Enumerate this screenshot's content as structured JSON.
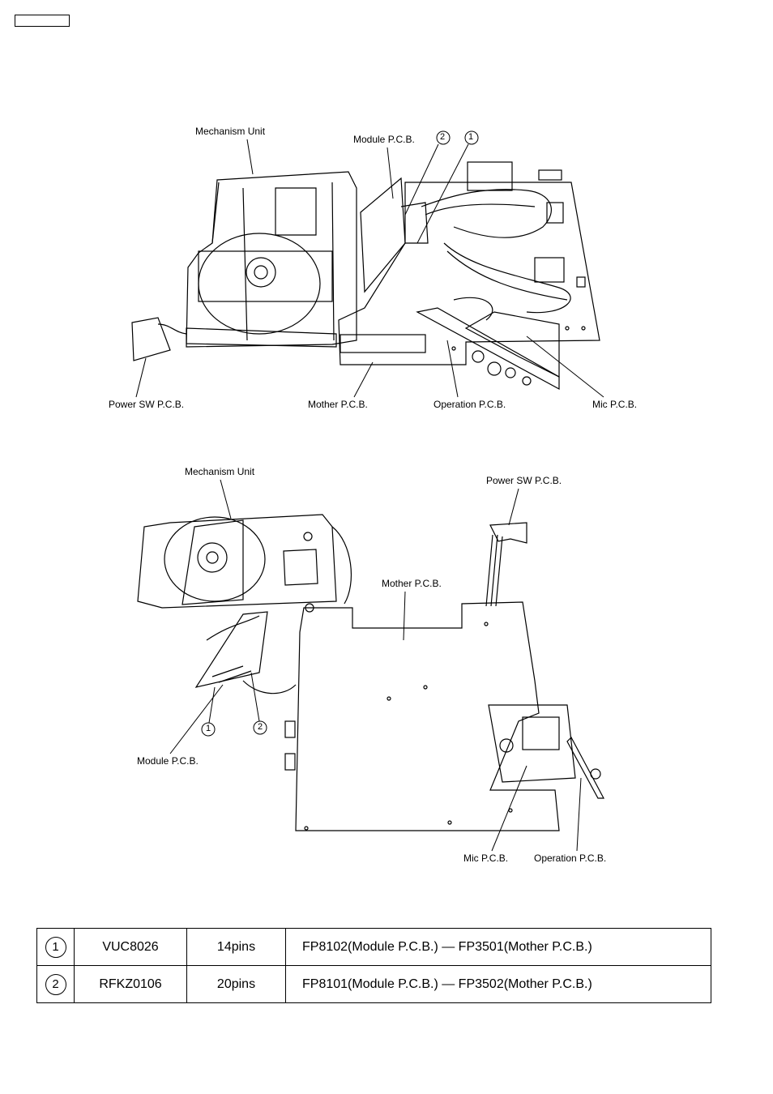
{
  "diagram_top": {
    "labels": {
      "mechanism_unit": "Mechanism Unit",
      "module_pcb": "Module P.C.B.",
      "callout_2": "2",
      "callout_1": "1",
      "power_sw_pcb": "Power SW P.C.B.",
      "mother_pcb": "Mother P.C.B.",
      "operation_pcb": "Operation P.C.B.",
      "mic_pcb": "Mic P.C.B."
    }
  },
  "diagram_bottom": {
    "labels": {
      "mechanism_unit": "Mechanism Unit",
      "power_sw_pcb": "Power SW P.C.B.",
      "mother_pcb": "Mother P.C.B.",
      "callout_1": "1",
      "callout_2": "2",
      "module_pcb": "Module P.C.B.",
      "mic_pcb": "Mic P.C.B.",
      "operation_pcb": "Operation P.C.B."
    }
  },
  "connector_table": {
    "rows": [
      {
        "num": "1",
        "part": "VUC8026",
        "pins": "14pins",
        "desc": "FP8102(Module P.C.B.) — FP3501(Mother P.C.B.)"
      },
      {
        "num": "2",
        "part": "RFKZ0106",
        "pins": "20pins",
        "desc": "FP8101(Module P.C.B.) — FP3502(Mother P.C.B.)"
      }
    ]
  }
}
